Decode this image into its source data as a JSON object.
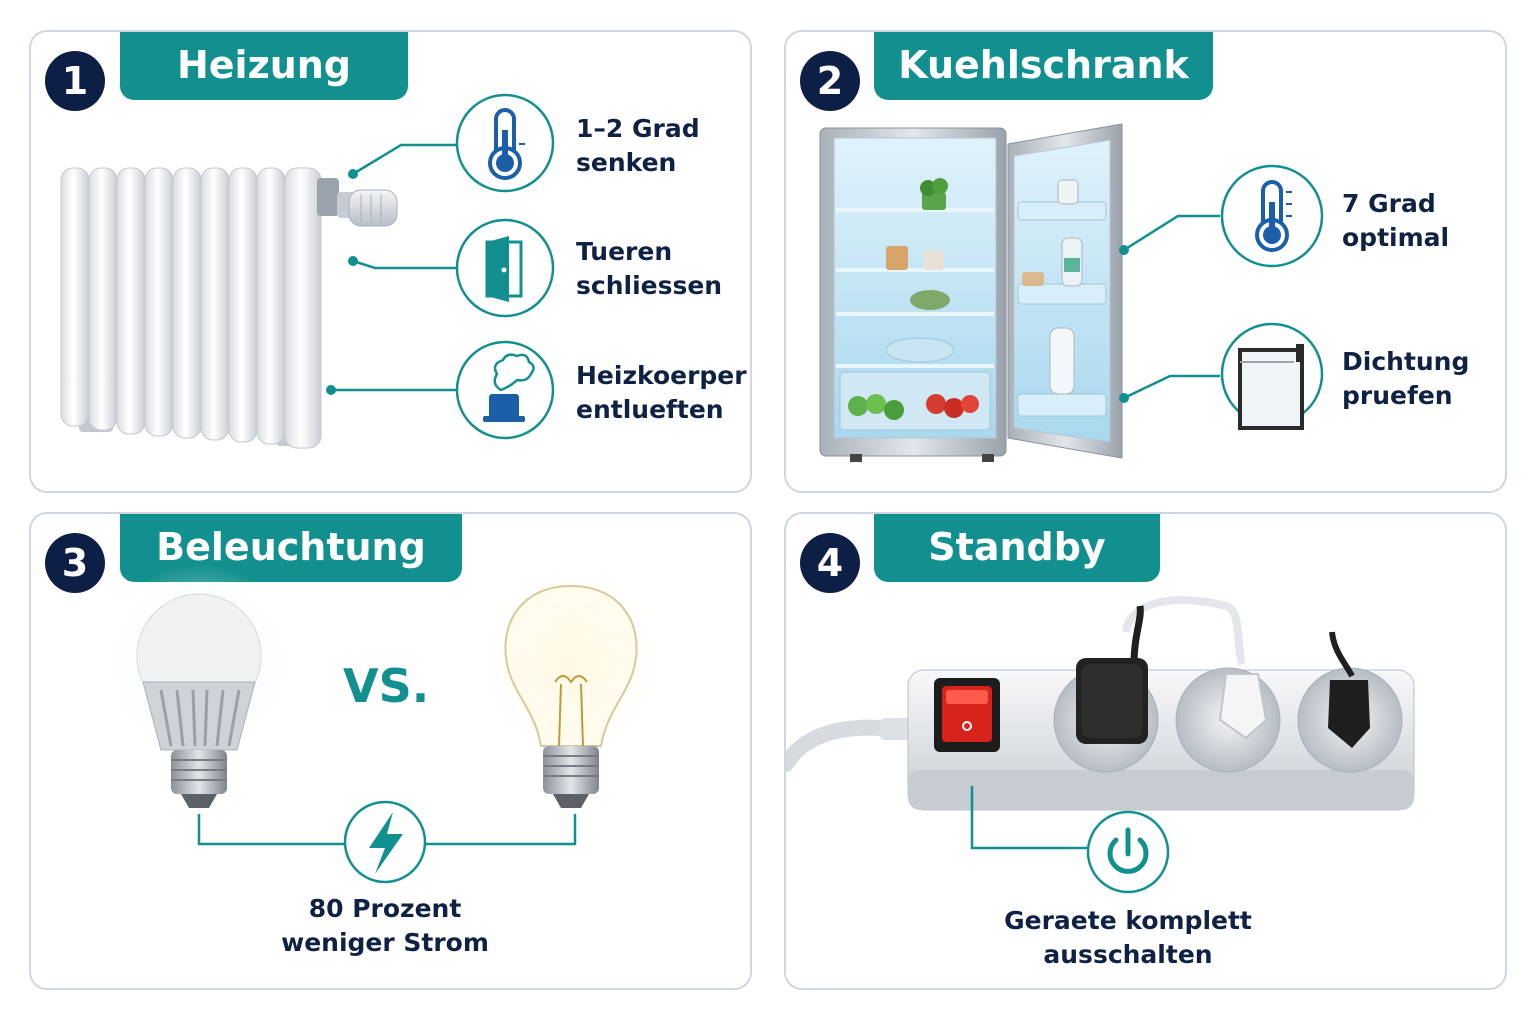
{
  "colors": {
    "teal": "#12908f",
    "navy": "#0e1f45",
    "border": "#cfd6df"
  },
  "panels": [
    {
      "number": "1",
      "title": "Heizung",
      "tips": [
        {
          "icon": "thermometer-icon",
          "line1": "1–2 Grad",
          "line2": "senken"
        },
        {
          "icon": "door-icon",
          "line1": "Tueren",
          "line2": "schliessen"
        },
        {
          "icon": "radiator-vent-icon",
          "line1": "Heizkoerper",
          "line2": "entlueften"
        }
      ]
    },
    {
      "number": "2",
      "title": "Kuehlschrank",
      "tips": [
        {
          "icon": "thermometer-icon",
          "line1": "7 Grad",
          "line2": "optimal"
        },
        {
          "icon": "door-seal-icon",
          "line1": "Dichtung",
          "line2": "pruefen"
        }
      ]
    },
    {
      "number": "3",
      "title": "Beleuchtung",
      "vs": "VS.",
      "caption": {
        "icon": "lightning-icon",
        "line1": "80 Prozent",
        "line2": "weniger Strom"
      }
    },
    {
      "number": "4",
      "title": "Standby",
      "caption": {
        "icon": "power-icon",
        "line1": "Geraete komplett",
        "line2": "ausschalten"
      }
    }
  ]
}
